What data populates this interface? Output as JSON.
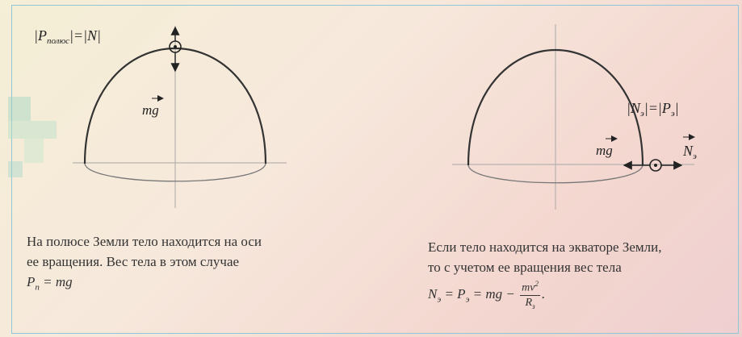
{
  "left_diagram": {
    "equality_label": "|P_полюс| = |N|",
    "equality_parts": {
      "p": "P",
      "sub": "полюс",
      "n": "N"
    },
    "gravity_label": "mg"
  },
  "right_diagram": {
    "equality_parts": {
      "n": "N",
      "sub": "э",
      "p": "P"
    },
    "gravity_label": "mg",
    "normal_label": "N",
    "normal_sub": "э"
  },
  "captions": {
    "left": {
      "line1": "На полюсе Земли тело находится на оси",
      "line2": "ее вращения. Вес тела в этом случае",
      "formula": "P_п = mg",
      "formula_p": "P",
      "formula_sub": "п",
      "formula_rhs": "= mg"
    },
    "right": {
      "line1": "Если тело находится на экваторе Земли,",
      "line2": "то с учетом ее вращения вес тела",
      "formula": "N_э = P_э = mg − mv²/R_з.",
      "formula_lhs": "N",
      "formula_sub1": "э",
      "formula_mid": "= P",
      "formula_sub2": "э",
      "formula_eq": "= mg −",
      "formula_num": "mv",
      "formula_exp": "2",
      "formula_den": "R",
      "formula_den_sub": "з",
      "formula_end": "."
    }
  },
  "colors": {
    "border": "#8ec7d6",
    "ink": "#222222",
    "axis": "#b8b2b0"
  }
}
